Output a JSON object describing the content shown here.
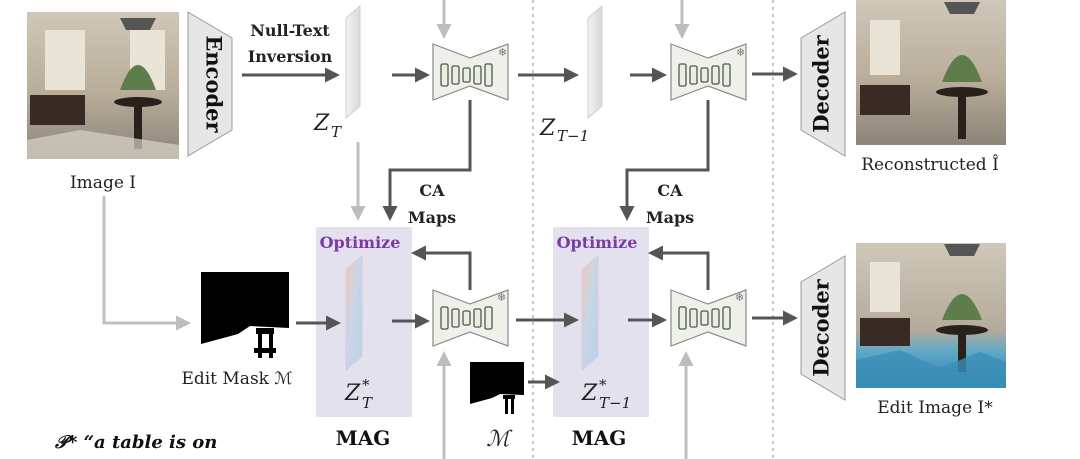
{
  "labels": {
    "encoder": "Encoder",
    "null_text_line1": "Null-Text",
    "null_text_line2": "Inversion",
    "image": "Image I",
    "z_t": "Z",
    "z_t_sub": "T",
    "z_t1": "Z",
    "z_t1_sub": "T−1",
    "ca_maps_line1": "CA",
    "ca_maps_line2": "Maps",
    "decoder": "Decoder",
    "reconstructed": "Reconstructed Î",
    "optimize": "Optimize",
    "edit_mask": "Edit Mask ℳ",
    "z_t_star": "Z",
    "z_t_star_sup": "*",
    "z_t_star_sub": "T",
    "z_t1_star": "Z",
    "z_t1_star_sup": "*",
    "z_t1_star_sub": "T−1",
    "mag": "MAG",
    "mask_symbol": "ℳ",
    "edit_image": "Edit Image I*",
    "prompt": "𝒫* “a table is on"
  },
  "icons": {
    "frozen": "snowflake-icon"
  },
  "colors": {
    "arrow_dark": "#555555",
    "arrow_light": "#c0c0c0",
    "mag_bg": "#e4e1ef",
    "optimize_text": "#7b3aa8",
    "unet_fill": "#eef0ea",
    "block_fill": "#e9efe0",
    "latent_pink": "#f3c9b8",
    "latent_blue": "#b8d2e8"
  }
}
